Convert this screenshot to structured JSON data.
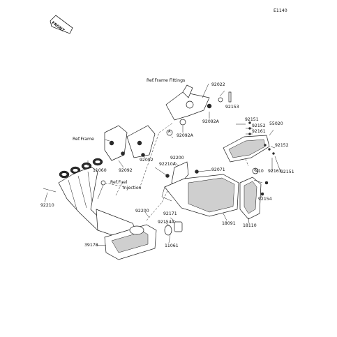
{
  "diagram_code": "E1140",
  "front_badge": "FRONT",
  "callout_letter": "A",
  "references": {
    "frame_fittings": "Ref.Frame Fittings",
    "frame": "Ref.Frame",
    "fuel_injection_line1": "Ref.Fuel",
    "fuel_injection_line2": "Injection"
  },
  "part_numbers": {
    "p92022": "92022",
    "p92153": "92153",
    "p92092A_top": "92092A",
    "p92092A_mid": "92092A",
    "p92151_top": "92151",
    "p92152_top": "92152",
    "p92161_top": "92161",
    "p55020": "55020",
    "p92152_right": "92152",
    "p92161_right": "92161",
    "p92151_right": "92151",
    "p11060": "11060",
    "p92092_left": "92092",
    "p92092_mid": "92092",
    "p92200_top": "92200",
    "p92210A": "92210A",
    "p92071": "92071",
    "p410": "410",
    "p92154": "92154",
    "p92210": "92210",
    "p92200_low": "92200",
    "p92154A": "92154A",
    "p92171": "92171",
    "p18091": "18091",
    "p18110": "18110",
    "p39178": "39178",
    "p11061": "11061"
  }
}
